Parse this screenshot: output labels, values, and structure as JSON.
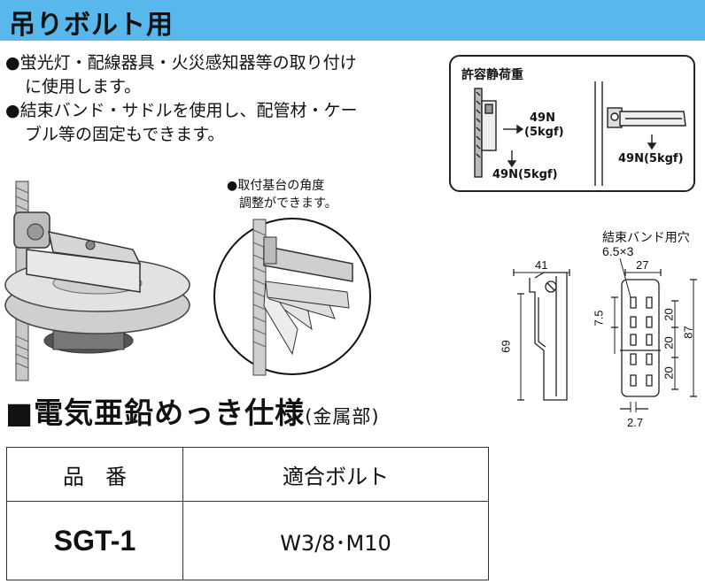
{
  "header": {
    "title": "吊りボルト用"
  },
  "bullets": [
    {
      "line1": "●蛍光灯・配線器具・火災感知器等の取り付け",
      "line2": "に使用します。"
    },
    {
      "line1": "●結束バンド・サドルを使用し、配管材・ケー",
      "line2": "ブル等の固定もできます。"
    }
  ],
  "load_box": {
    "title": "許容静荷重",
    "left_side": "49N",
    "left_side_kgf": "(5kgf)",
    "left_down": "49N(5kgf)",
    "right_down": "49N(5kgf)"
  },
  "callout": {
    "line1": "●取付基台の角度",
    "line2": "調整ができます。"
  },
  "dimensions": {
    "hole_label": "結束バンド用穴",
    "hole_size": "6.5×3",
    "width_41": "41",
    "width_27": "27",
    "pitch_7_5": "7.5",
    "height_69": "69",
    "height_87": "87",
    "gap_20_a": "20",
    "gap_20_b": "20",
    "gap_20_c": "20",
    "thick": "2.7"
  },
  "section": {
    "title": "■電気亜鉛めっき仕様",
    "subtitle": "(金属部)"
  },
  "table": {
    "headers": [
      "品　番",
      "適合ボルト"
    ],
    "rows": [
      {
        "code": "SGT-1",
        "bolt": "W3/8･M10"
      }
    ]
  }
}
